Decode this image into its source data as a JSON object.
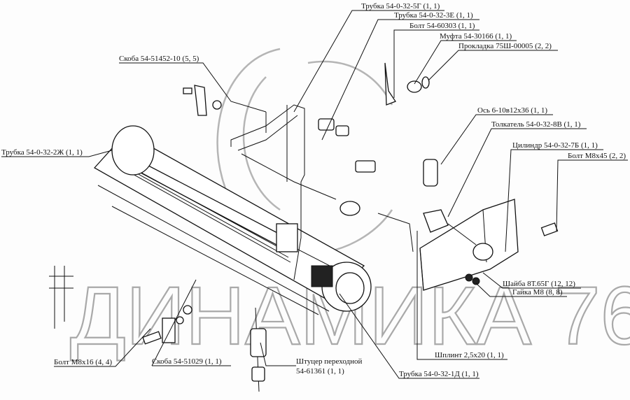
{
  "watermark": "ДИНАМИКА 76",
  "labels": {
    "tube_5g": "Трубка 54-0-32-5Г (1, 1)",
    "tube_3e": "Трубка 54-0-32-3Е (1, 1)",
    "bolt_60303": "Болт 54-60303 (1, 1)",
    "coupling": "Муфта 54-30166 (1, 1)",
    "gasket": "Прокладка 75Ш-00005 (2, 2)",
    "bracket_51452": "Скоба 54-51452-10 (5, 5)",
    "axle": "Ось 6-10в12х36 (1, 1)",
    "pusher": "Толкатель 54-0-32-8В (1, 1)",
    "cylinder": "Цилиндр 54-0-32-7Б (1, 1)",
    "bolt_m8x45": "Болт М8х45 (2, 2)",
    "tube_2zh": "Трубка 54-0-32-2Ж (1, 1)",
    "washer": "Шайба 8Т.65Г (12, 12)",
    "nut": "Гайка М8 (8, 8)",
    "cotter_pin": "Шплинт 2,5х20 (1, 1)",
    "tube_1d": "Трубка 54-0-32-1Д (1, 1)",
    "bolt_m8x16": "Болт М8х16 (4, 4)",
    "bracket_51029": "Скоба 54-51029 (1, 1)",
    "adapter_fitting": "Штуцер переходной",
    "adapter_fitting_code": "54-61361 (1, 1)"
  }
}
